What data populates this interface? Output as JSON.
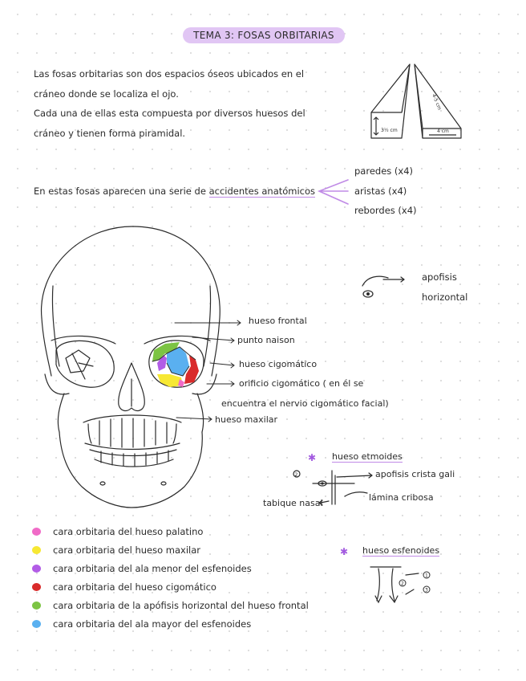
{
  "title": "TEMA 3: FOSAS ORBITARIAS",
  "intro": {
    "line1": "Las fosas orbitarias son dos espacios óseos ubicados en el",
    "line2": "cráneo donde se localiza el ojo.",
    "line3": "Cada una de ellas esta compuesta por diversos huesos del",
    "line4": "cráneo y tienen forma piramidal."
  },
  "pyramid": {
    "side_label": "4-5 cm",
    "left_label": "3½ cm",
    "right_label": "4 cm"
  },
  "accidents": {
    "sentence_prefix": "En estas fosas aparecen una serie de",
    "sentence_link": "accidentes anatómicos",
    "items": [
      "paredes (x4)",
      "aristas (x4)",
      "rebordes (x4)"
    ]
  },
  "apofisis": {
    "line1": "apofisis",
    "line2": "horizontal"
  },
  "skull_labels": {
    "frontal": "hueso frontal",
    "naison": "punto naison",
    "cigomatico": "hueso cigomático",
    "orificio1": "orificio cigomático ( en él se",
    "orificio2": "encuentra el nervio cigomático facial)",
    "maxilar": "hueso maxilar"
  },
  "etmoides": {
    "title": "hueso etmoides",
    "crista": "apofisis crista gali",
    "lamina": "lámina cribosa",
    "tabique": "tabique nasal",
    "num": "2"
  },
  "esfenoides": {
    "title": "hueso esfenoides",
    "n1": "1",
    "n2": "2",
    "n3": "3"
  },
  "legend": [
    {
      "color": "#f06bc7",
      "label": "cara orbitaria del hueso palatino"
    },
    {
      "color": "#f7e833",
      "label": "cara orbitaria del hueso maxilar"
    },
    {
      "color": "#b25ce6",
      "label": "cara orbitaria del ala menor del esfenoides"
    },
    {
      "color": "#d92b2b",
      "label": "cara orbitaria del hueso cigomático"
    },
    {
      "color": "#7cc443",
      "label": "cara orbitaria de la apófisis horizontal del hueso frontal"
    },
    {
      "color": "#5ab0f0",
      "label": "cara orbitaria del ala mayor del esfenoides"
    }
  ],
  "colors": {
    "title_bg": "#e1c6f4",
    "accent": "#b97be3",
    "ink": "#2b2b2b"
  }
}
